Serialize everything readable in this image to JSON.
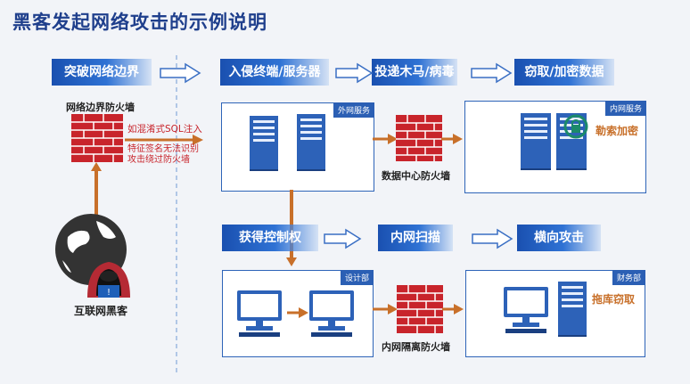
{
  "title": "黑客发起网络攻击的示例说明",
  "steps": {
    "breach": "突破网络边界",
    "intrude": "入侵终端/服务器",
    "deliver": "投递木马/病毒",
    "steal": "窃取/加密数据",
    "control": "获得控制权",
    "scan": "内网扫描",
    "lateral": "横向攻击"
  },
  "labels": {
    "border_firewall": "网络边界防火墙",
    "sql_injection": "如混淆式SQL注入",
    "signature_bypass": "特征签名无法识别\n攻击绕过防火墙",
    "hacker": "互联网黑客",
    "dc_firewall": "数据中心防火墙",
    "ransom": "勒索加密",
    "internal_firewall": "内网隔离防火墙",
    "drag_db": "拖库窃取"
  },
  "panels": {
    "external": "外网服务",
    "internal": "内网服务",
    "design": "设计部",
    "finance": "财务部"
  },
  "colors": {
    "step_blue": "#1a50b0",
    "panel_border": "#2e64b8",
    "firewall_red": "#c8242b",
    "arrow_orange": "#c8702a",
    "text_red": "#c8242b",
    "text_orange": "#c8702a"
  }
}
